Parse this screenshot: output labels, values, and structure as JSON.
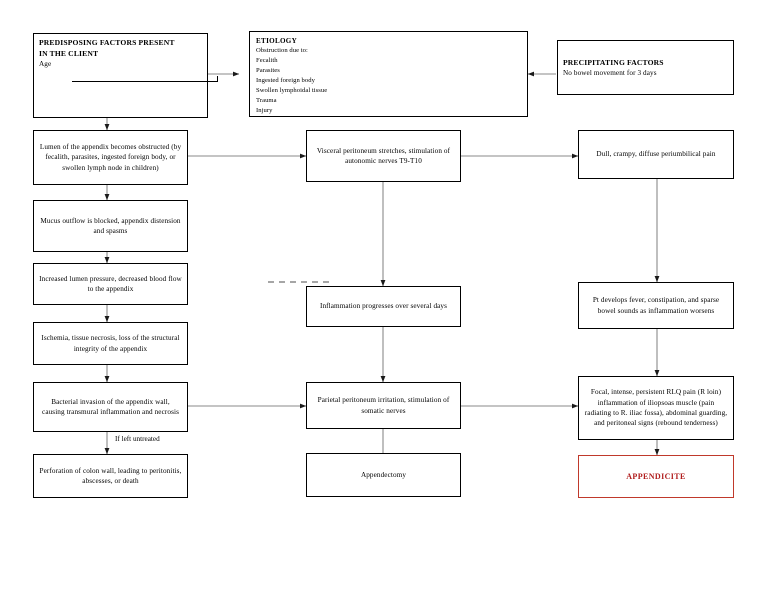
{
  "document": {
    "title": "Appendicitis Pathophysiology Flowchart",
    "accent_color": "#b01c1c",
    "line_color": "#808080",
    "box_border_color": "#000000"
  },
  "boxes": {
    "predisposing": {
      "heading_line1": "PREDISPOSING FACTORS PRESENT",
      "heading_line2": "IN THE CLIENT",
      "field_label": "Age"
    },
    "etiology": {
      "heading": "ETIOLOGY",
      "items": [
        "Obstruction due to:",
        "Fecalith",
        "Parasites",
        "Ingested foreign body",
        "Swollen lymphoidal tissue",
        "Trauma",
        "Injury"
      ]
    },
    "precipitating": {
      "heading": "PRECIPITATING FACTORS",
      "detail": "No bowel movement for 3 days"
    },
    "lumen_obstructed": {
      "text": "Lumen of the appendix becomes obstructed (by fecalith, parasites, ingested foreign body, or swollen lymph node in children)"
    },
    "mucus_blocked": {
      "text": "Mucus outflow is blocked, appendix distension and spasms"
    },
    "increased_pressure": {
      "text": "Increased lumen pressure, decreased blood flow to the appendix"
    },
    "ischemia": {
      "text": "Ischemia, tissue necrosis, loss of the structural integrity of the appendix"
    },
    "bacterial_invasion": {
      "text": "Bacterial invasion of the appendix wall, causing transmural inflammation and necrosis"
    },
    "perforation": {
      "text": "Perforation of colon wall, leading to peritonitis, abscesses, or death"
    },
    "visceral_peritoneum": {
      "text": "Visceral peritoneum stretches, stimulation of autonomic nerves T9-T10"
    },
    "inflammation_progresses": {
      "text": "Inflammation progresses over several days"
    },
    "parietal_peritoneum": {
      "text": "Parietal peritoneum irritation, stimulation of somatic nerves"
    },
    "appendectomy": {
      "text": "Appendectomy"
    },
    "periumbilical_pain": {
      "text": "Dull, crampy, diffuse periumbilical pain"
    },
    "fever_constipation": {
      "text": "Pt develops fever, constipation, and sparse bowel sounds as inflammation worsens"
    },
    "rlq_pain": {
      "text": "Focal, intense, persistent RLQ pain (R loin) inflammation of iliopsoas muscle (pain radiating to R. iliac fossa), abdominal guarding, and peritoneal signs (rebound tenderness)"
    },
    "diagnosis": {
      "text": "APPENDICITE"
    }
  },
  "edge_labels": {
    "if_left_untreated": "If left untreated"
  }
}
